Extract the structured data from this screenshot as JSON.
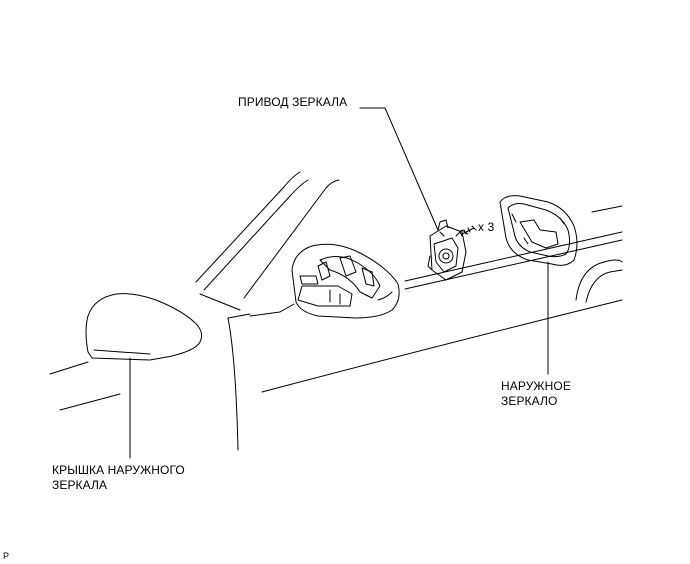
{
  "labels": {
    "mirror_actuator": "ПРИВОД ЗЕРКАЛА",
    "outer_mirror_line1": "НАРУЖНОЕ",
    "outer_mirror_line2": "ЗЕРКАЛО",
    "mirror_cover_line1": "КРЫШКА НАРУЖНОГО",
    "mirror_cover_line2": "ЗЕРКАЛА",
    "screw_quantity": "x 3",
    "corner_mark": "P"
  },
  "colors": {
    "line": "#000000",
    "background": "#ffffff"
  }
}
